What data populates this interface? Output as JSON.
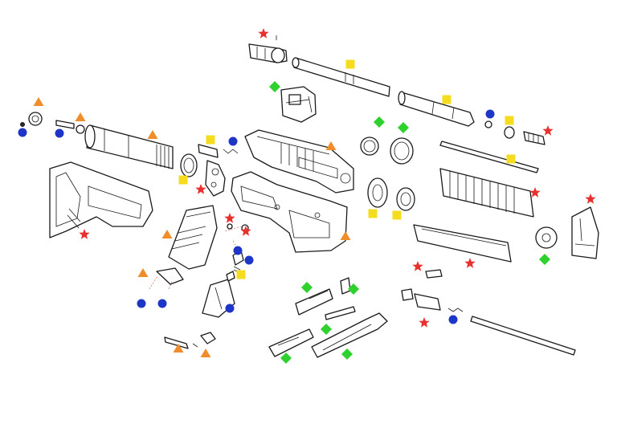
{
  "colors": {
    "red-star": "#e8312f",
    "orange-triangle": "#f08c2a",
    "yellow-square": "#f5dc1e",
    "green-diamond": "#2ed12e",
    "blue-circle": "#1e36c8",
    "line-art": "#1a1a1a",
    "background": "#ffffff"
  },
  "marker_types": [
    "red-star",
    "orange-triangle",
    "yellow-square",
    "green-diamond",
    "blue-circle"
  ],
  "markers": [
    {
      "type": "red-star"
    },
    {
      "type": "yellow-square"
    },
    {
      "type": "yellow-square"
    },
    {
      "type": "green-diamond"
    },
    {
      "type": "blue-circle"
    },
    {
      "type": "yellow-square"
    },
    {
      "type": "red-star"
    },
    {
      "type": "orange-triangle"
    },
    {
      "type": "blue-circle"
    },
    {
      "type": "orange-triangle"
    },
    {
      "type": "blue-circle"
    },
    {
      "type": "orange-triangle"
    },
    {
      "type": "green-diamond"
    },
    {
      "type": "green-diamond"
    },
    {
      "type": "yellow-square"
    },
    {
      "type": "blue-circle"
    },
    {
      "type": "orange-triangle"
    },
    {
      "type": "yellow-square"
    },
    {
      "type": "red-star"
    },
    {
      "type": "yellow-square"
    },
    {
      "type": "yellow-square"
    },
    {
      "type": "yellow-square"
    },
    {
      "type": "red-star"
    },
    {
      "type": "red-star"
    },
    {
      "type": "red-star"
    },
    {
      "type": "red-star"
    },
    {
      "type": "orange-triangle"
    },
    {
      "type": "orange-triangle"
    },
    {
      "type": "blue-circle"
    },
    {
      "type": "blue-circle"
    },
    {
      "type": "yellow-square"
    },
    {
      "type": "red-star"
    },
    {
      "type": "green-diamond"
    },
    {
      "type": "red-star"
    },
    {
      "type": "orange-triangle"
    },
    {
      "type": "blue-circle"
    },
    {
      "type": "blue-circle"
    },
    {
      "type": "blue-circle"
    },
    {
      "type": "green-diamond"
    },
    {
      "type": "green-diamond"
    },
    {
      "type": "green-diamond"
    },
    {
      "type": "green-diamond"
    },
    {
      "type": "green-diamond"
    },
    {
      "type": "red-star"
    },
    {
      "type": "blue-circle"
    },
    {
      "type": "red-star"
    },
    {
      "type": "orange-triangle"
    },
    {
      "type": "orange-triangle"
    }
  ]
}
